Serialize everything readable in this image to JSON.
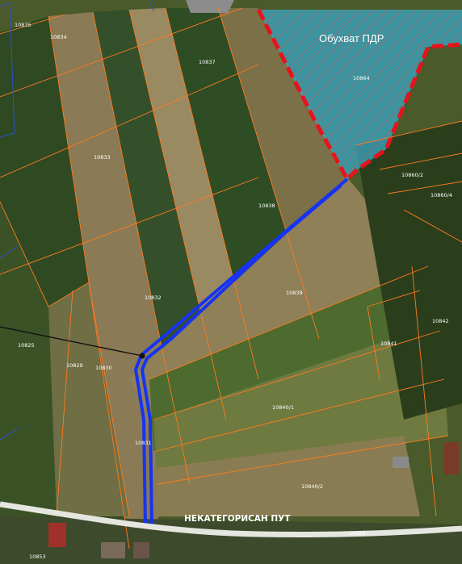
{
  "zone": {
    "label": "Обухват ПДР"
  },
  "road": {
    "label": "НЕКАТЕГОРИСАН ПУТ"
  },
  "parcels": [
    {
      "id": "p-10835",
      "label": "10835"
    },
    {
      "id": "p-10834",
      "label": "10834"
    },
    {
      "id": "p-10837",
      "label": "10837"
    },
    {
      "id": "p-10864",
      "label": "10864"
    },
    {
      "id": "p-10833",
      "label": "10833"
    },
    {
      "id": "p-10838",
      "label": "10838"
    },
    {
      "id": "p-10860-2",
      "label": "10860/2"
    },
    {
      "id": "p-10860-4",
      "label": "10860/4"
    },
    {
      "id": "p-10839",
      "label": "10839"
    },
    {
      "id": "p-10832",
      "label": "10832"
    },
    {
      "id": "p-10842",
      "label": "10842"
    },
    {
      "id": "p-10825",
      "label": "10825"
    },
    {
      "id": "p-10829",
      "label": "10829"
    },
    {
      "id": "p-10830",
      "label": "10830"
    },
    {
      "id": "p-10841",
      "label": "10841"
    },
    {
      "id": "p-10840-1",
      "label": "10840/1"
    },
    {
      "id": "p-10831",
      "label": "10831"
    },
    {
      "id": "p-10840-2",
      "label": "10840/2"
    },
    {
      "id": "p-10853",
      "label": "10853"
    },
    {
      "id": "p-road-no",
      "label": "10929"
    }
  ],
  "colors": {
    "zone_fill": "#3aa7c6",
    "zone_border": "#e8121b",
    "route": "#1733f2",
    "parcel_lines": "#ff7a1f",
    "callout": "#111111"
  }
}
